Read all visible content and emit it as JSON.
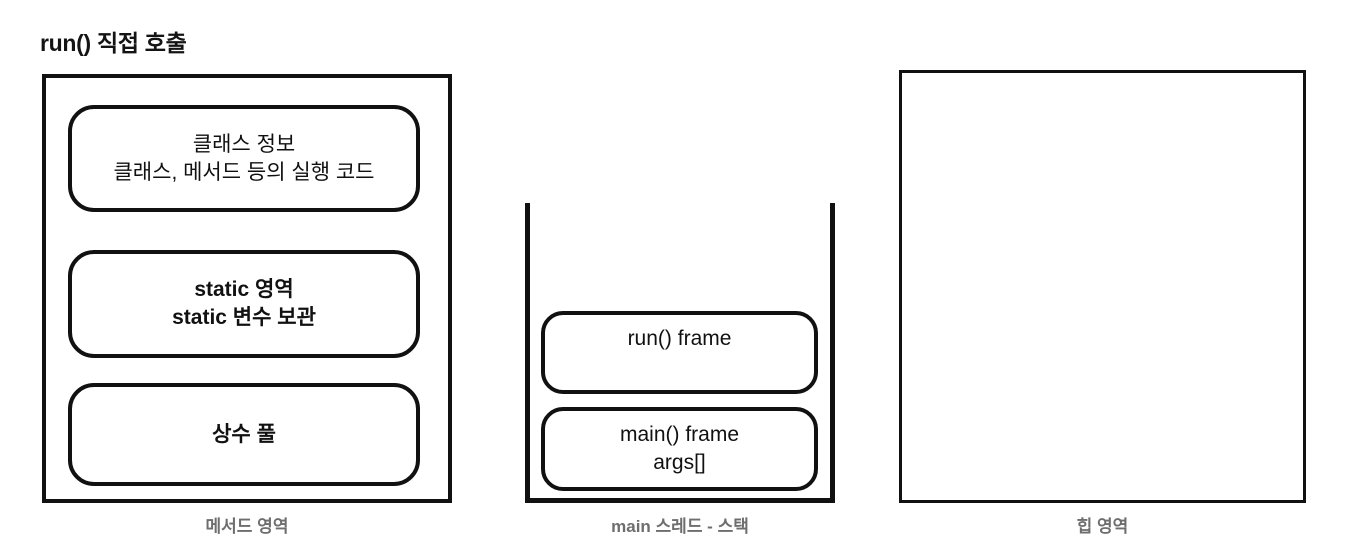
{
  "diagram": {
    "title": "run() 직접 호출",
    "method_area": {
      "caption": "메서드 영역",
      "cards": [
        {
          "line1": "클래스 정보",
          "line2": "클래스, 메서드 등의 실행 코드"
        },
        {
          "line1": "static 영역",
          "line2": "static 변수 보관"
        },
        {
          "line1": "상수 풀",
          "line2": ""
        }
      ]
    },
    "stack": {
      "caption": "main 스레드 - 스택",
      "frames": [
        {
          "line1": "run() frame",
          "line2": ""
        },
        {
          "line1": "main() frame",
          "line2": "args[]"
        }
      ]
    },
    "heap": {
      "caption": "힙 영역",
      "contents": ""
    }
  },
  "colors": {
    "outline": "#111111",
    "caption": "#6e6e6e",
    "background": "#ffffff"
  }
}
